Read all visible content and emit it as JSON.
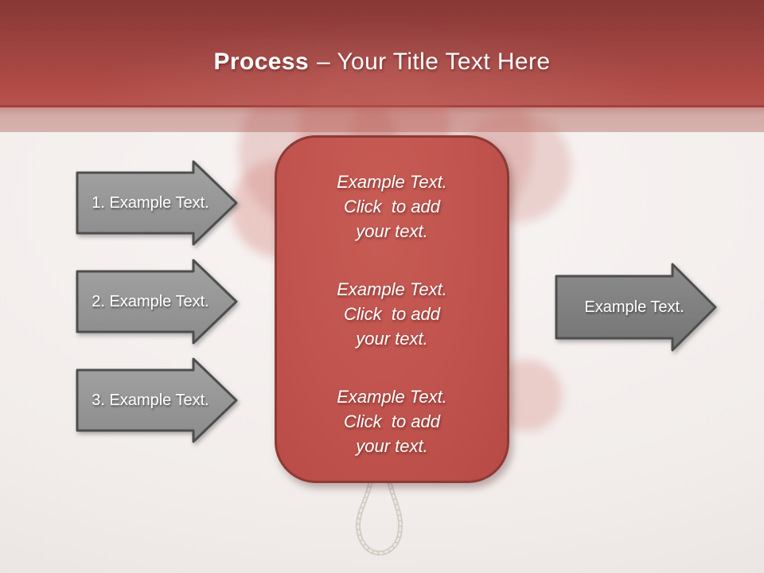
{
  "title": {
    "bold": "Process",
    "rest": "– Your Title Text Here"
  },
  "left_arrows": [
    {
      "label": "1. Example Text."
    },
    {
      "label": "2. Example Text."
    },
    {
      "label": "3. Example Text."
    }
  ],
  "right_arrow": {
    "label": "Example Text."
  },
  "card": {
    "blocks": [
      {
        "lines": [
          "Example Text.",
          "Click  to add",
          "your text."
        ]
      },
      {
        "lines": [
          "Example Text.",
          "Click  to add",
          "your text."
        ]
      },
      {
        "lines": [
          "Example Text.",
          "Click  to add",
          "your text."
        ]
      }
    ]
  },
  "decorations": {
    "balloon_icon": "balloon-circle",
    "rope_icon": "rope-loop"
  },
  "colors": {
    "header_red_top": "#8a3937",
    "header_red_bottom": "#b6514c",
    "band_pink": "#d3aaa6",
    "card_red": "#c0534d",
    "card_border": "#8c3a36",
    "left_arrow_gray": "#969696",
    "right_arrow_gray": "#7f7f7f",
    "arrow_border": "#4e4e4e",
    "background": "#f2edeb",
    "text_white": "#ffffff"
  }
}
